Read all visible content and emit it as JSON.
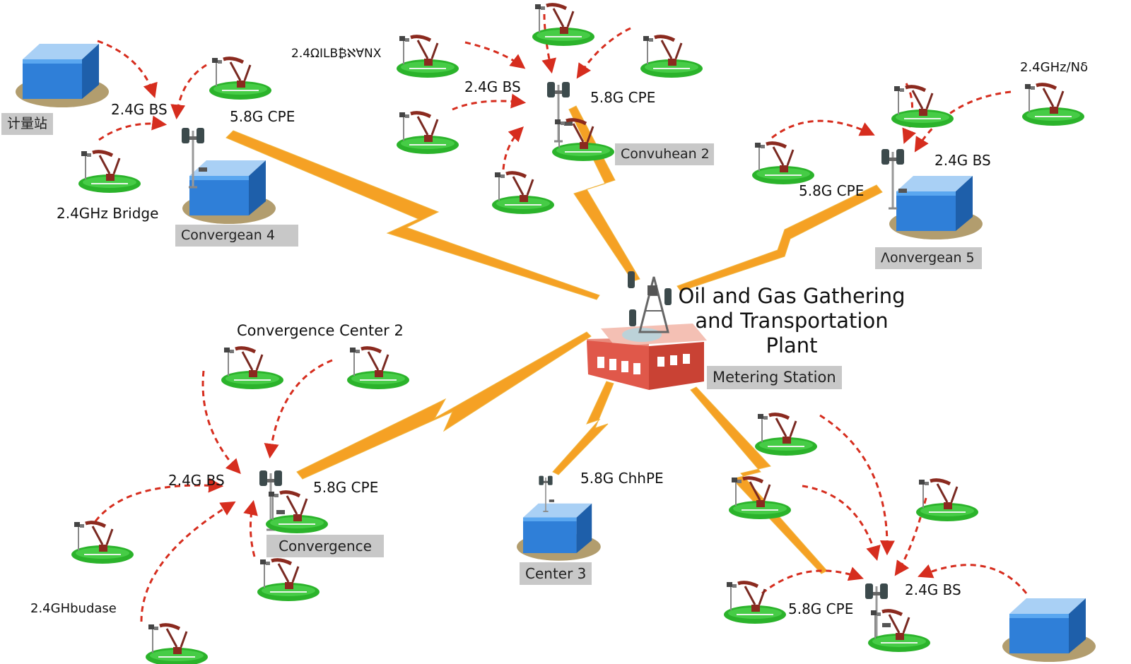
{
  "plant": {
    "title_lines": [
      "Oil and Gas Gathering",
      "and Transportation",
      "Plant"
    ],
    "badge": "Metering Station"
  },
  "labels": {
    "tl_bs": "2.4G BS",
    "tl_cpe": "5.8G CPE",
    "tl_bridge": "2.4GHz Bridge",
    "tl_badge_top": "计量站",
    "tl_badge": "Convergean 4",
    "tl_garbled": "2.4ΩΙLΒ₿ℵ∀ΝΧ",
    "tc_bs": "2.4G BS",
    "tc_cpe": "5.8G CPE",
    "tc_badge": "Convuhean 2",
    "tr_garbled": "2.4GHz∕Νδ",
    "tr_bs": "2.4G BS",
    "tr_cpe": "5.8G CPE",
    "tr_badge": "Λonvergean 5",
    "bl_title": "Convergence Center 2",
    "bl_bs": "2.4G BS",
    "bl_cpe": "5.8G CPE",
    "bl_badge": "Convergence",
    "bl_bridge": "2.4GHbudase",
    "bc_cpe": "5.8G ChhPE",
    "bc_badge": "Center 3",
    "br_bs": "2.4G BS",
    "br_cpe": "5.8G CPE"
  },
  "colors": {
    "lightning": "#f5a124",
    "arrow": "#d62d1e",
    "pad": "#2bb32b",
    "building_blue": "#2f7fd8",
    "plant_red": "#e0584a",
    "label_gray": "#c8c8c8"
  }
}
